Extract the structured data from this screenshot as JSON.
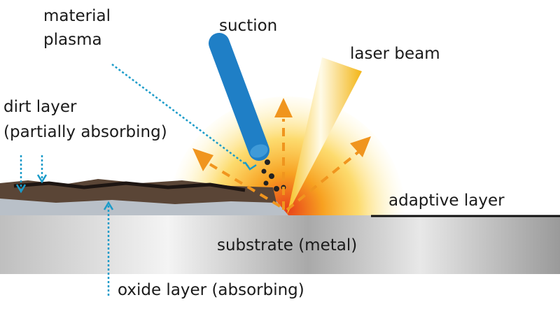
{
  "labels": {
    "material": "material",
    "plasma": "plasma",
    "suction": "suction",
    "laser_beam": "laser beam",
    "dirt_layer": "dirt layer",
    "partially_absorbing": "(partially absorbing)",
    "adaptive_layer": "adaptive layer",
    "substrate": "substrate (metal)",
    "oxide_layer": "oxide layer (absorbing)"
  },
  "colors": {
    "suction_tube": "#1f7fc6",
    "arrow": "#f0951e",
    "pointer": "#1a9bc9",
    "dirt": "#5a4536",
    "oxide": "#b9c0c8"
  }
}
